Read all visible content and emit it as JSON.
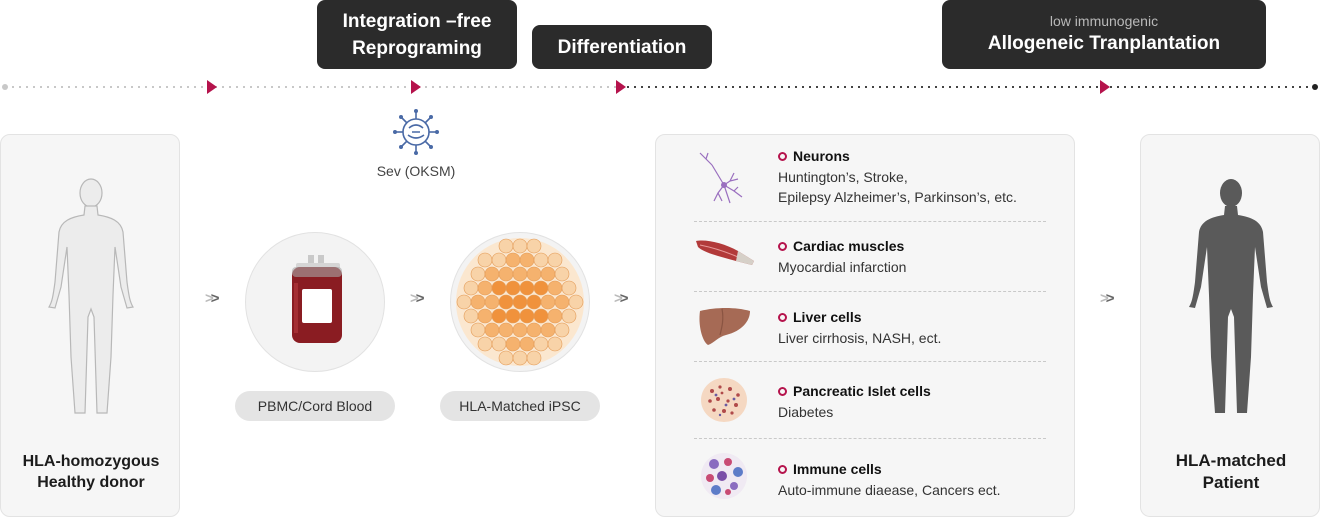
{
  "stages": {
    "reprogramming": "Integration –free\nReprograming",
    "differentiation": "Differentiation",
    "transplant_sub": "low immunogenic",
    "transplant": "Allogeneic Tranplantation"
  },
  "colors": {
    "accent": "#b5134c",
    "dark": "#2b2b2b"
  },
  "donor": {
    "label": "HLA-homozygous\nHealthy donor",
    "icon": "human-outline-icon"
  },
  "virus": {
    "label": "Sev (OKSM)",
    "icon": "virus-icon"
  },
  "blood": {
    "label": "PBMC/Cord Blood",
    "icon": "blood-bag-icon"
  },
  "ipsc": {
    "label": "HLA-Matched iPSC",
    "icon": "cell-cluster-icon"
  },
  "patient": {
    "label": "HLA-matched\nPatient",
    "icon": "human-silhouette-icon"
  },
  "cells": [
    {
      "title": "Neurons",
      "desc": "Huntington’s, Stroke,\nEpilepsy Alzheimer’s, Parkinson’s, etc.",
      "icon": "neuron-icon"
    },
    {
      "title": "Cardiac muscles",
      "desc": "Myocardial infarction",
      "icon": "muscle-icon"
    },
    {
      "title": "Liver cells",
      "desc": "Liver cirrhosis, NASH, ect.",
      "icon": "liver-icon"
    },
    {
      "title": "Pancreatic Islet cells",
      "desc": "Diabetes",
      "icon": "islet-icon"
    },
    {
      "title": "Immune cells",
      "desc": "Auto-immune diaease, Cancers ect.",
      "icon": "immune-cells-icon"
    }
  ]
}
